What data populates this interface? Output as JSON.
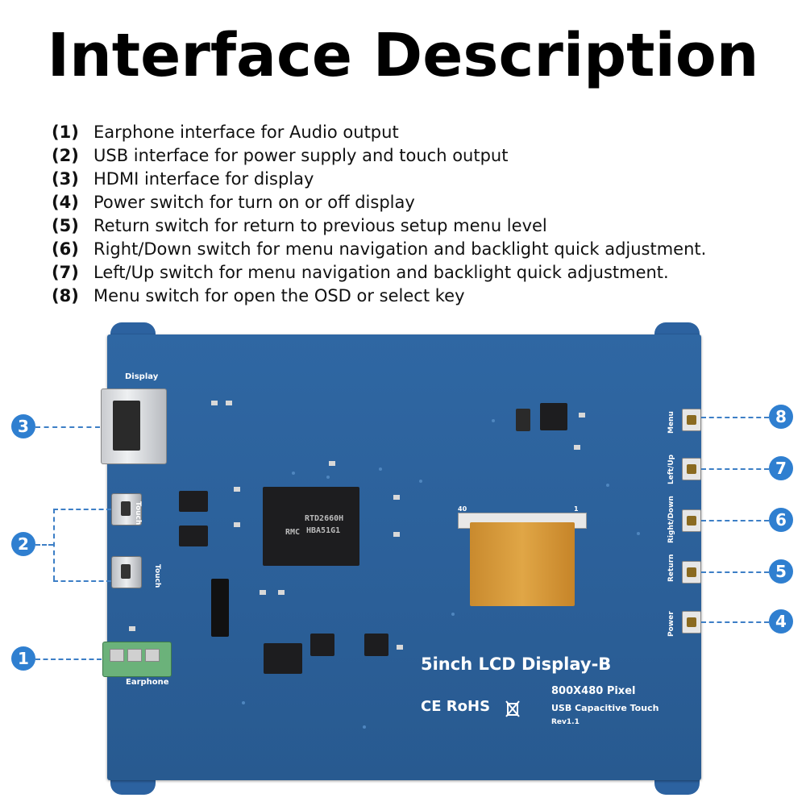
{
  "header": {
    "title": "Interface Description"
  },
  "descriptions": [
    {
      "num": "(1)",
      "text": "Earphone interface for Audio output"
    },
    {
      "num": "(2)",
      "text": "USB interface for power supply and touch output"
    },
    {
      "num": "(3)",
      "text": "HDMI interface for display"
    },
    {
      "num": "(4)",
      "text": "Power switch for turn on or off display"
    },
    {
      "num": "(5)",
      "text": "Return switch for return to previous setup menu level"
    },
    {
      "num": "(6)",
      "text": "Right/Down switch for menu navigation and backlight quick adjustment."
    },
    {
      "num": "(7)",
      "text": "Left/Up switch for menu navigation and backlight quick adjustment."
    },
    {
      "num": "(8)",
      "text": "Menu switch for open the OSD or select key"
    }
  ],
  "board": {
    "label_display": "Display",
    "label_touch_1": "Touch",
    "label_touch_2": "Touch",
    "label_earphone": "Earphone",
    "chip_main_line1": "RTD2660H",
    "chip_main_line2": "HBA51G1",
    "chip_main_logo": "RMC",
    "product_name": "5inch LCD Display-B",
    "resolution": "800X480 Pixel",
    "touch_type": "USB Capacitive Touch",
    "revision": "Rev1.1",
    "cert_marks": "CE RoHS",
    "connector_pin_40": "40",
    "connector_pin_1": "1",
    "buttons": {
      "menu": "Menu",
      "left_up": "Left/Up",
      "right_down": "Right/Down",
      "return": "Return",
      "power": "Power"
    }
  },
  "callouts": {
    "c1": "1",
    "c2": "2",
    "c3": "3",
    "c4": "4",
    "c5": "5",
    "c6": "6",
    "c7": "7",
    "c8": "8"
  },
  "colors": {
    "board": "#2b5f98",
    "callout": "#2f7fd0",
    "title": "#000000"
  }
}
